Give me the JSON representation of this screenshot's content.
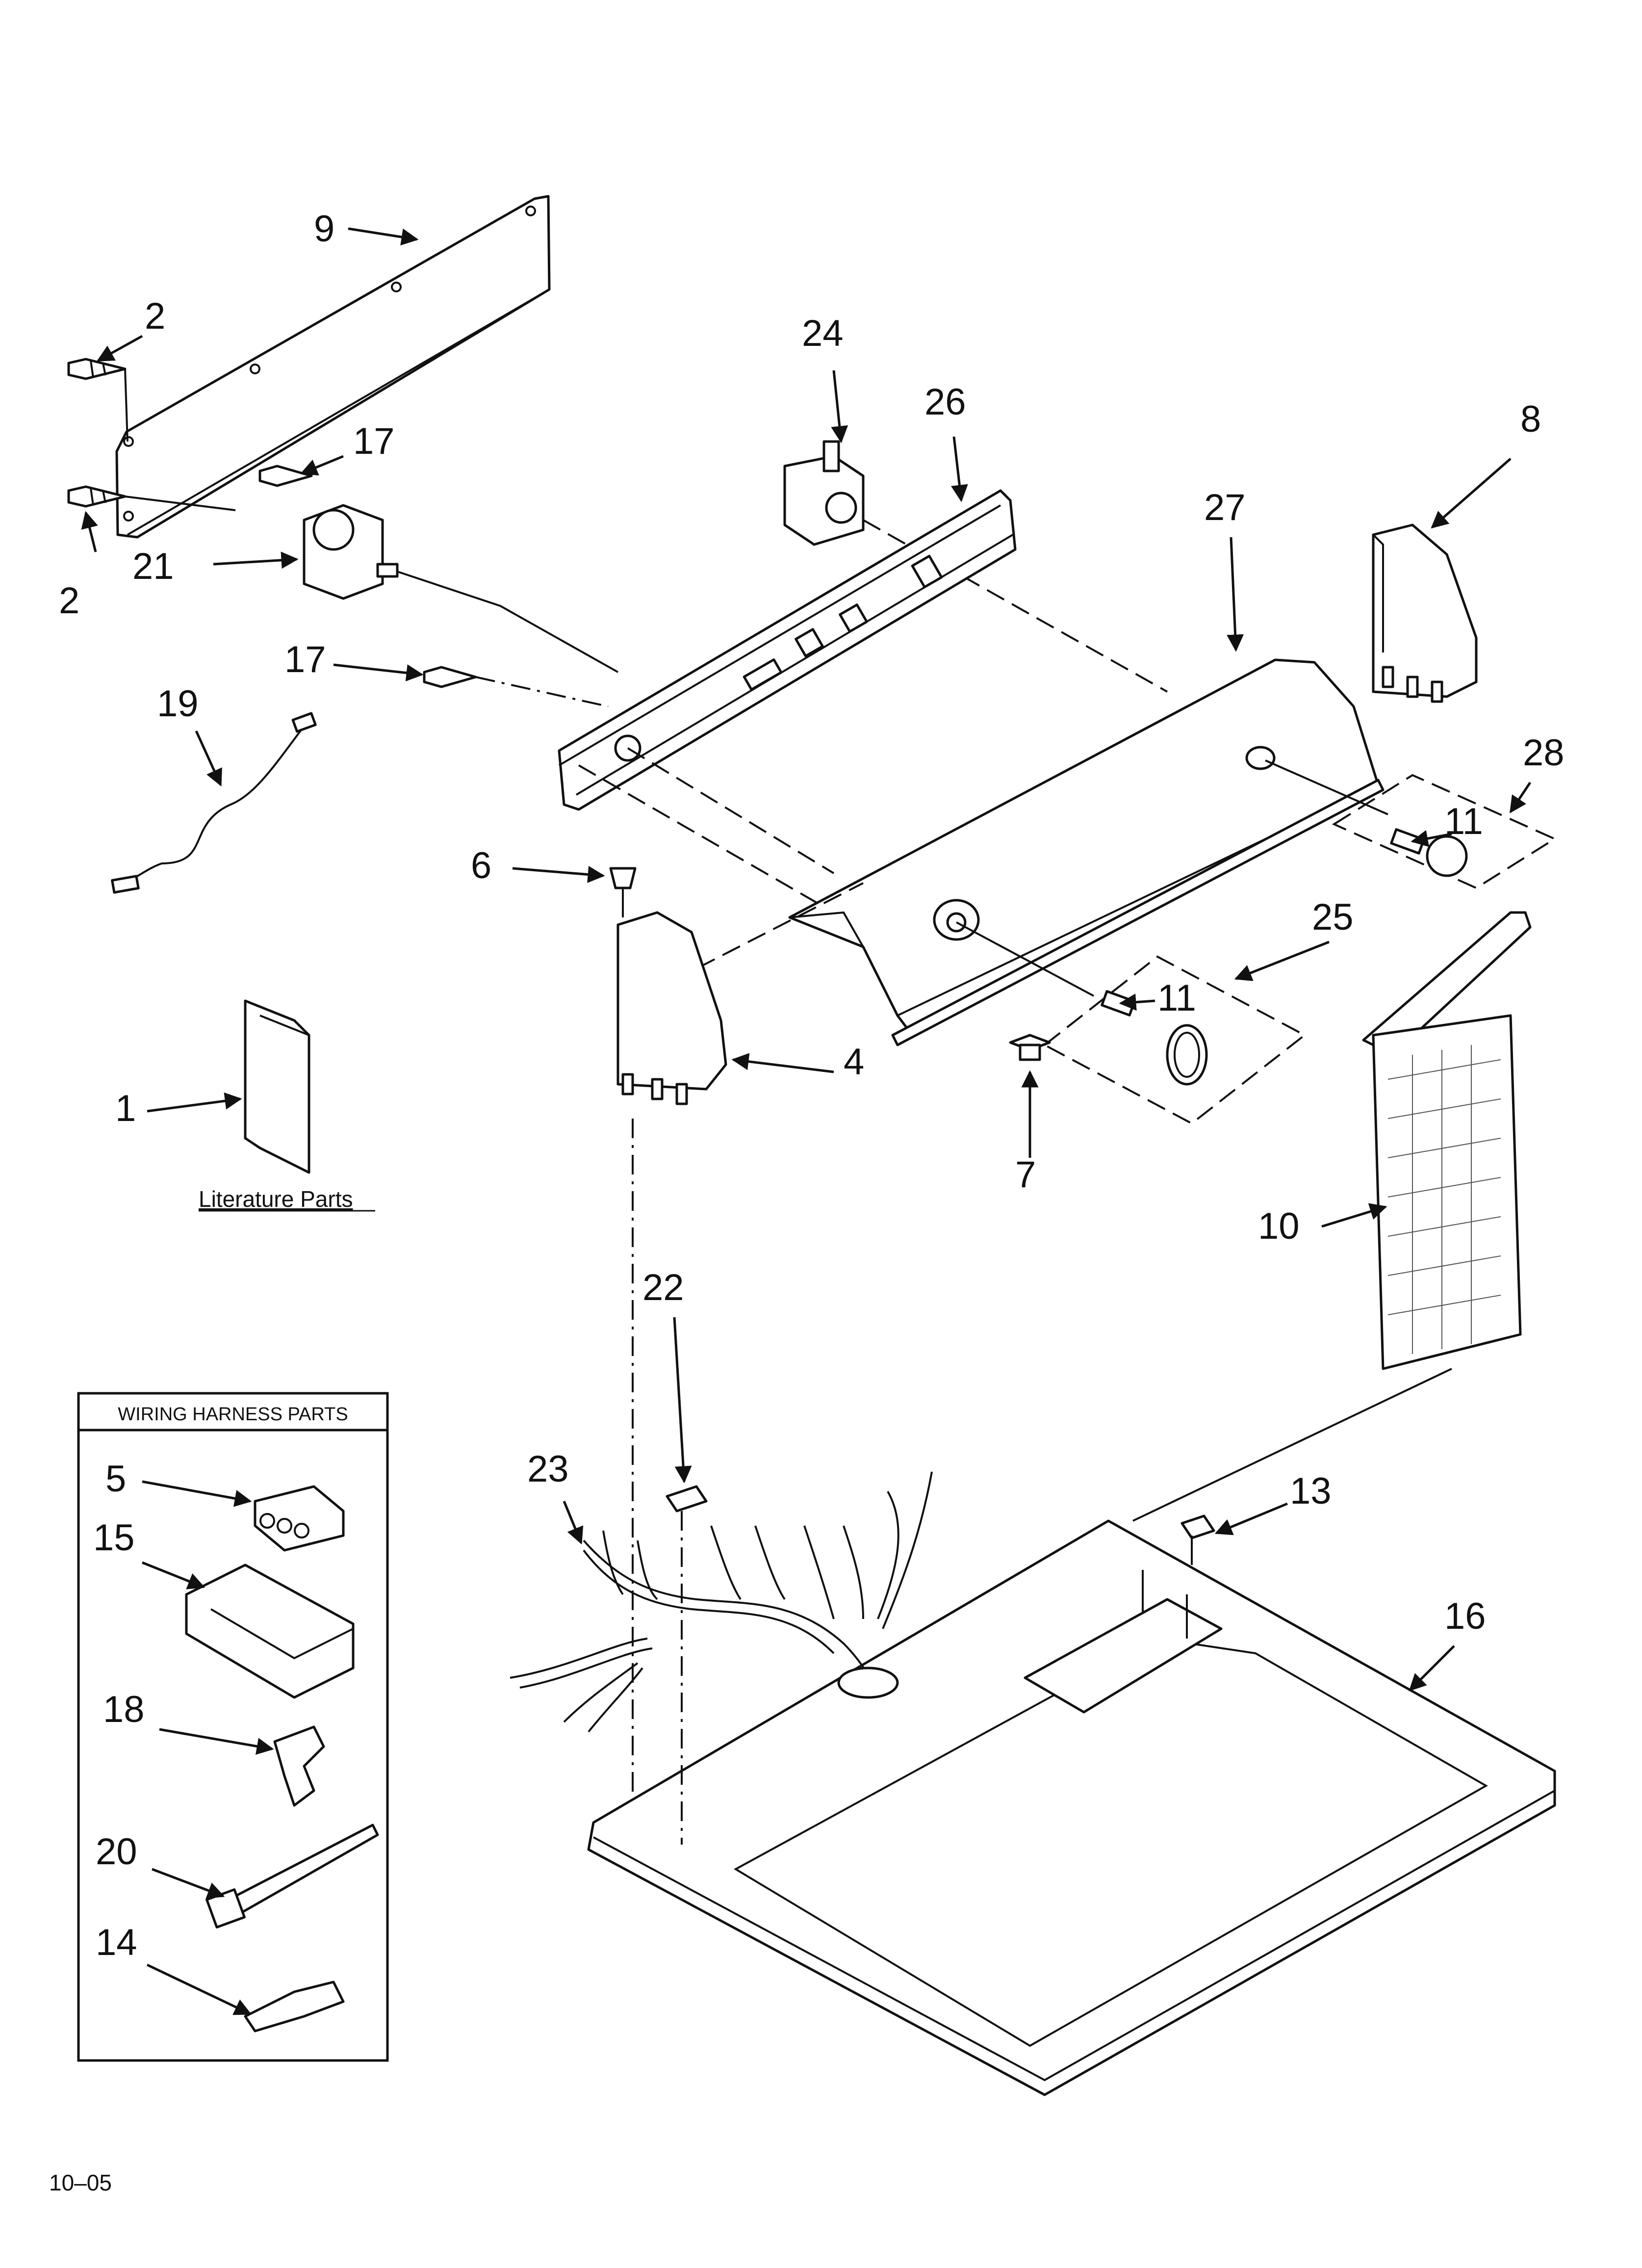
{
  "callouts": {
    "p1": "1",
    "p2a": "2",
    "p2b": "2",
    "p4": "4",
    "p5": "5",
    "p6": "6",
    "p7": "7",
    "p8": "8",
    "p9": "9",
    "p10": "10",
    "p11a": "11",
    "p11b": "11",
    "p13": "13",
    "p14": "14",
    "p15": "15",
    "p16": "16",
    "p17a": "17",
    "p17b": "17",
    "p18": "18",
    "p19": "19",
    "p20": "20",
    "p21": "21",
    "p22": "22",
    "p23": "23",
    "p24": "24",
    "p25": "25",
    "p26": "26",
    "p27": "27",
    "p28": "28"
  },
  "literature_label": "Literature Parts",
  "harness_box_title": "WIRING HARNESS PARTS",
  "revision": "10–05"
}
